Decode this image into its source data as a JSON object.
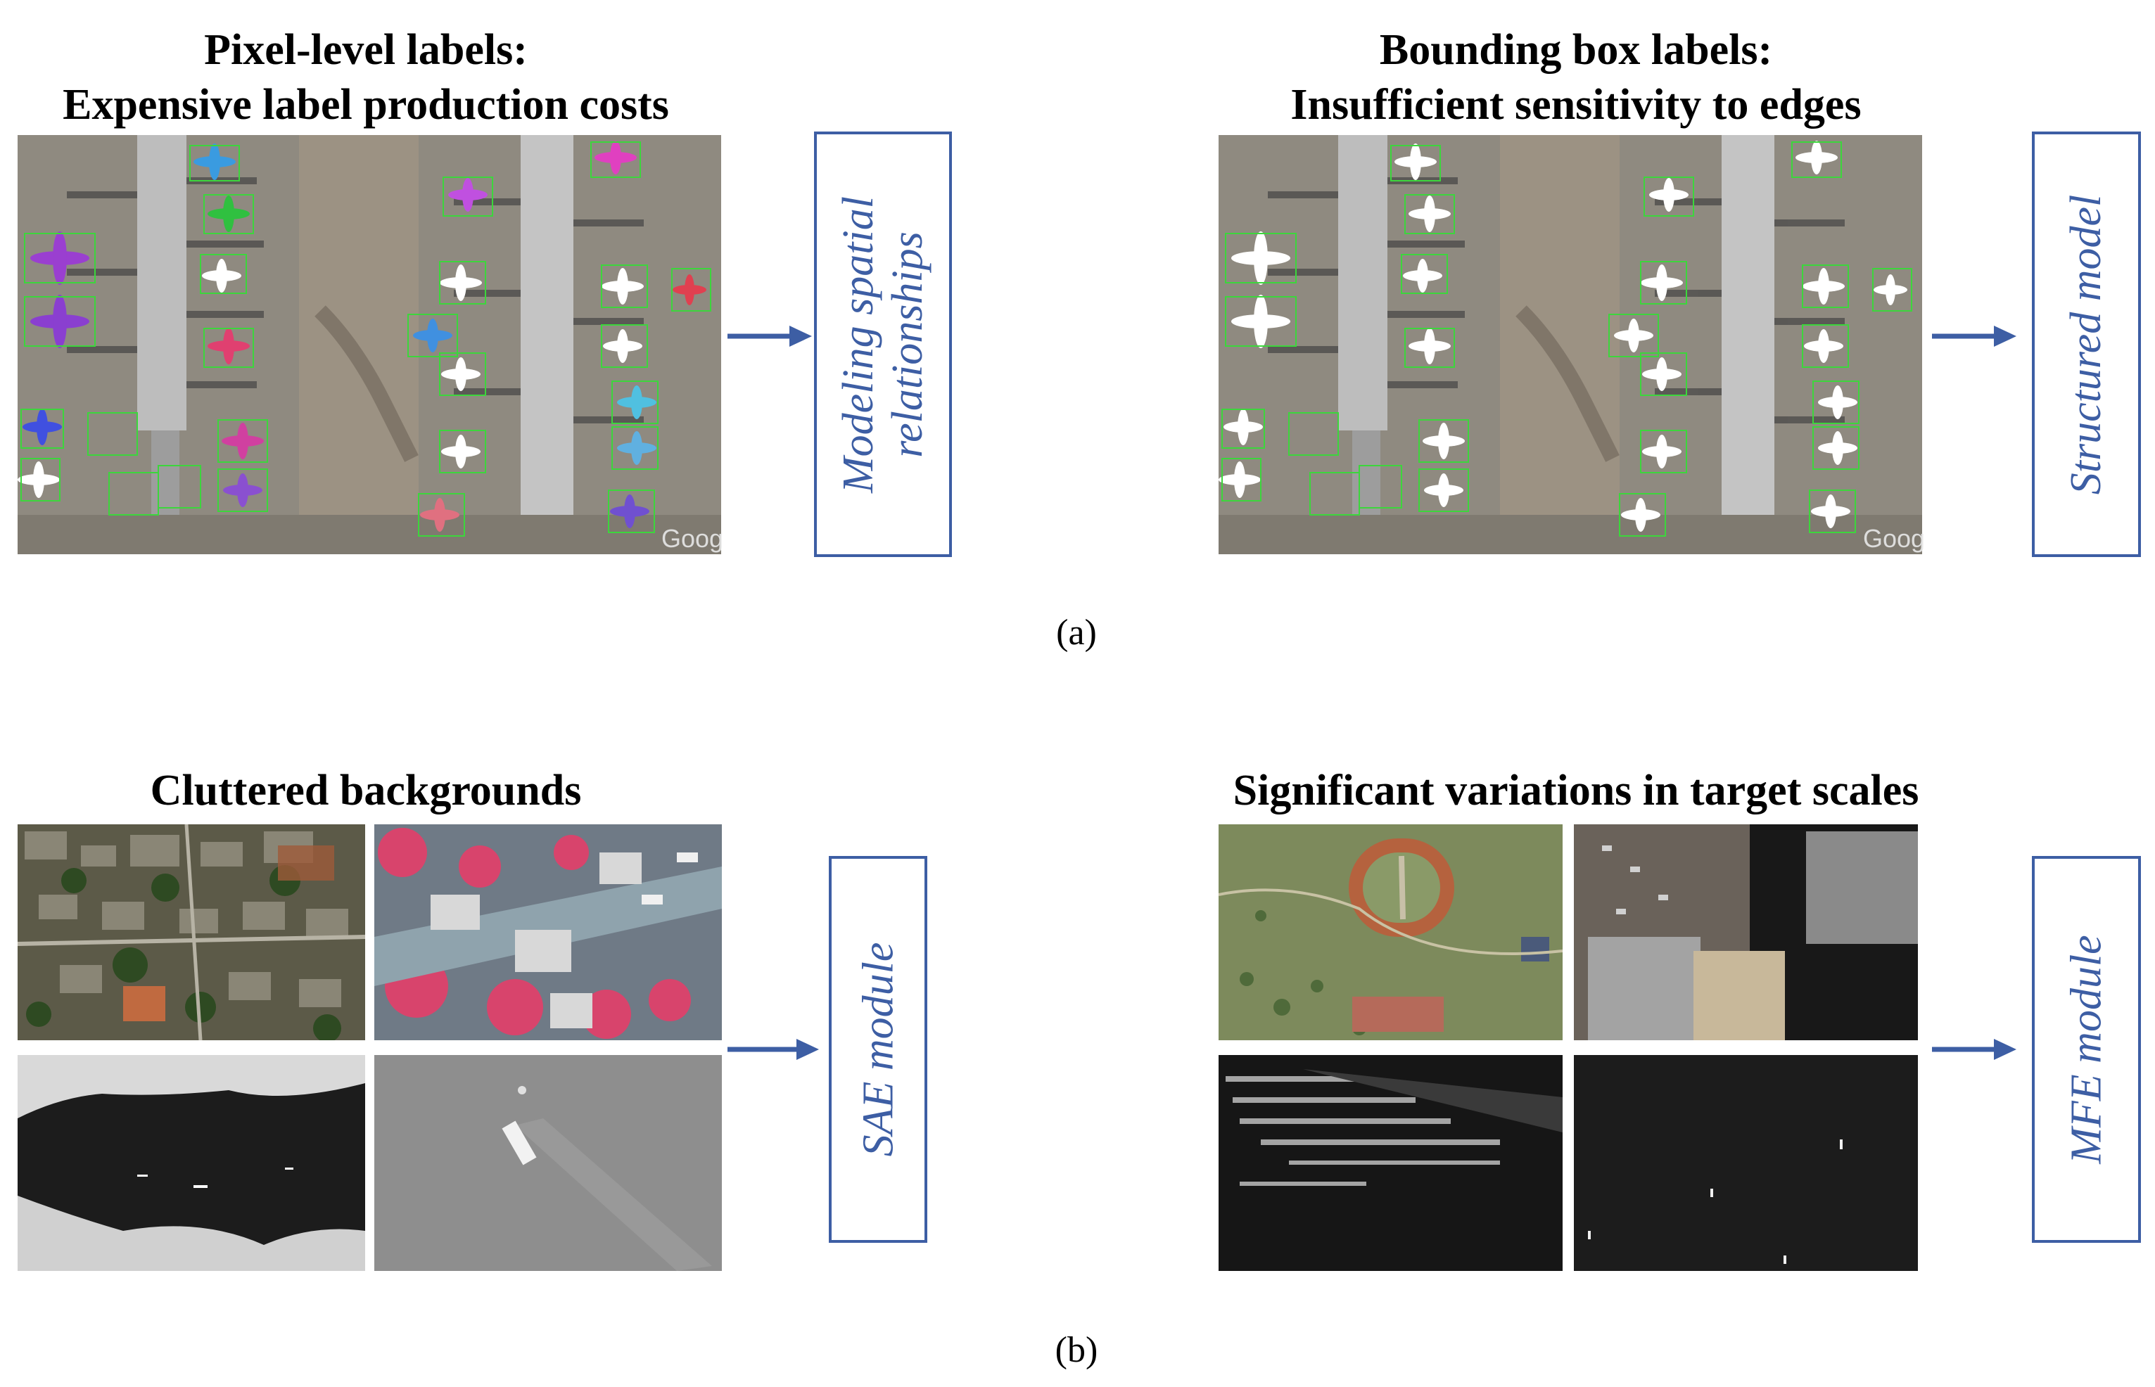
{
  "panel_a": {
    "left": {
      "title_line1": "Pixel-level labels:",
      "title_line2": "Expensive label production costs",
      "box_text_line1": "Modeling spatial",
      "box_text_line2": "relationships",
      "watermark": "Goog"
    },
    "right": {
      "title_line1": "Bounding box labels:",
      "title_line2": "Insufficient sensitivity to edges",
      "box_text": "Structured model",
      "watermark": "Goog"
    },
    "caption": "(a)"
  },
  "panel_b": {
    "left": {
      "title": "Cluttered backgrounds",
      "box_text": "SAE module"
    },
    "right": {
      "title": "Significant variations in target scales",
      "box_text": "MFE module"
    },
    "caption": "(b)"
  },
  "colors": {
    "accent": "#3d5ea4",
    "box_green": "#3cd63c"
  }
}
